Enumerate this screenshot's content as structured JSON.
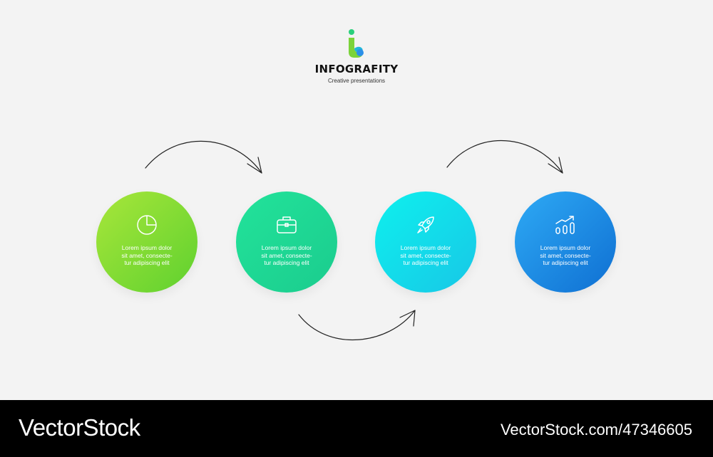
{
  "brand": {
    "name": "INFOGRAFITY",
    "tagline": "Creative presentations"
  },
  "steps": [
    {
      "icon": "pie-chart-icon",
      "lines": [
        "Lorem ipsum dolor",
        "sit amet, consecte-",
        "tur adipiscing elit"
      ],
      "gradient": [
        "#a8e63a",
        "#5fd12f"
      ]
    },
    {
      "icon": "briefcase-icon",
      "lines": [
        "Lorem ipsum dolor",
        "sit amet, consecte-",
        "tur adipiscing elit"
      ],
      "gradient": [
        "#22e39a",
        "#1bcc8e"
      ]
    },
    {
      "icon": "rocket-icon",
      "lines": [
        "Lorem ipsum dolor",
        "sit amet, consecte-",
        "tur adipiscing elit"
      ],
      "gradient": [
        "#0ef0ee",
        "#18c7e6"
      ]
    },
    {
      "icon": "growth-chart-icon",
      "lines": [
        "Lorem ipsum dolor",
        "sit amet, consecte-",
        "tur adipiscing elit"
      ],
      "gradient": [
        "#2eaaf5",
        "#0f6fd2"
      ]
    }
  ],
  "footer": {
    "brand": "VectorStock",
    "image_id": "VectorStock.com/47346605"
  }
}
